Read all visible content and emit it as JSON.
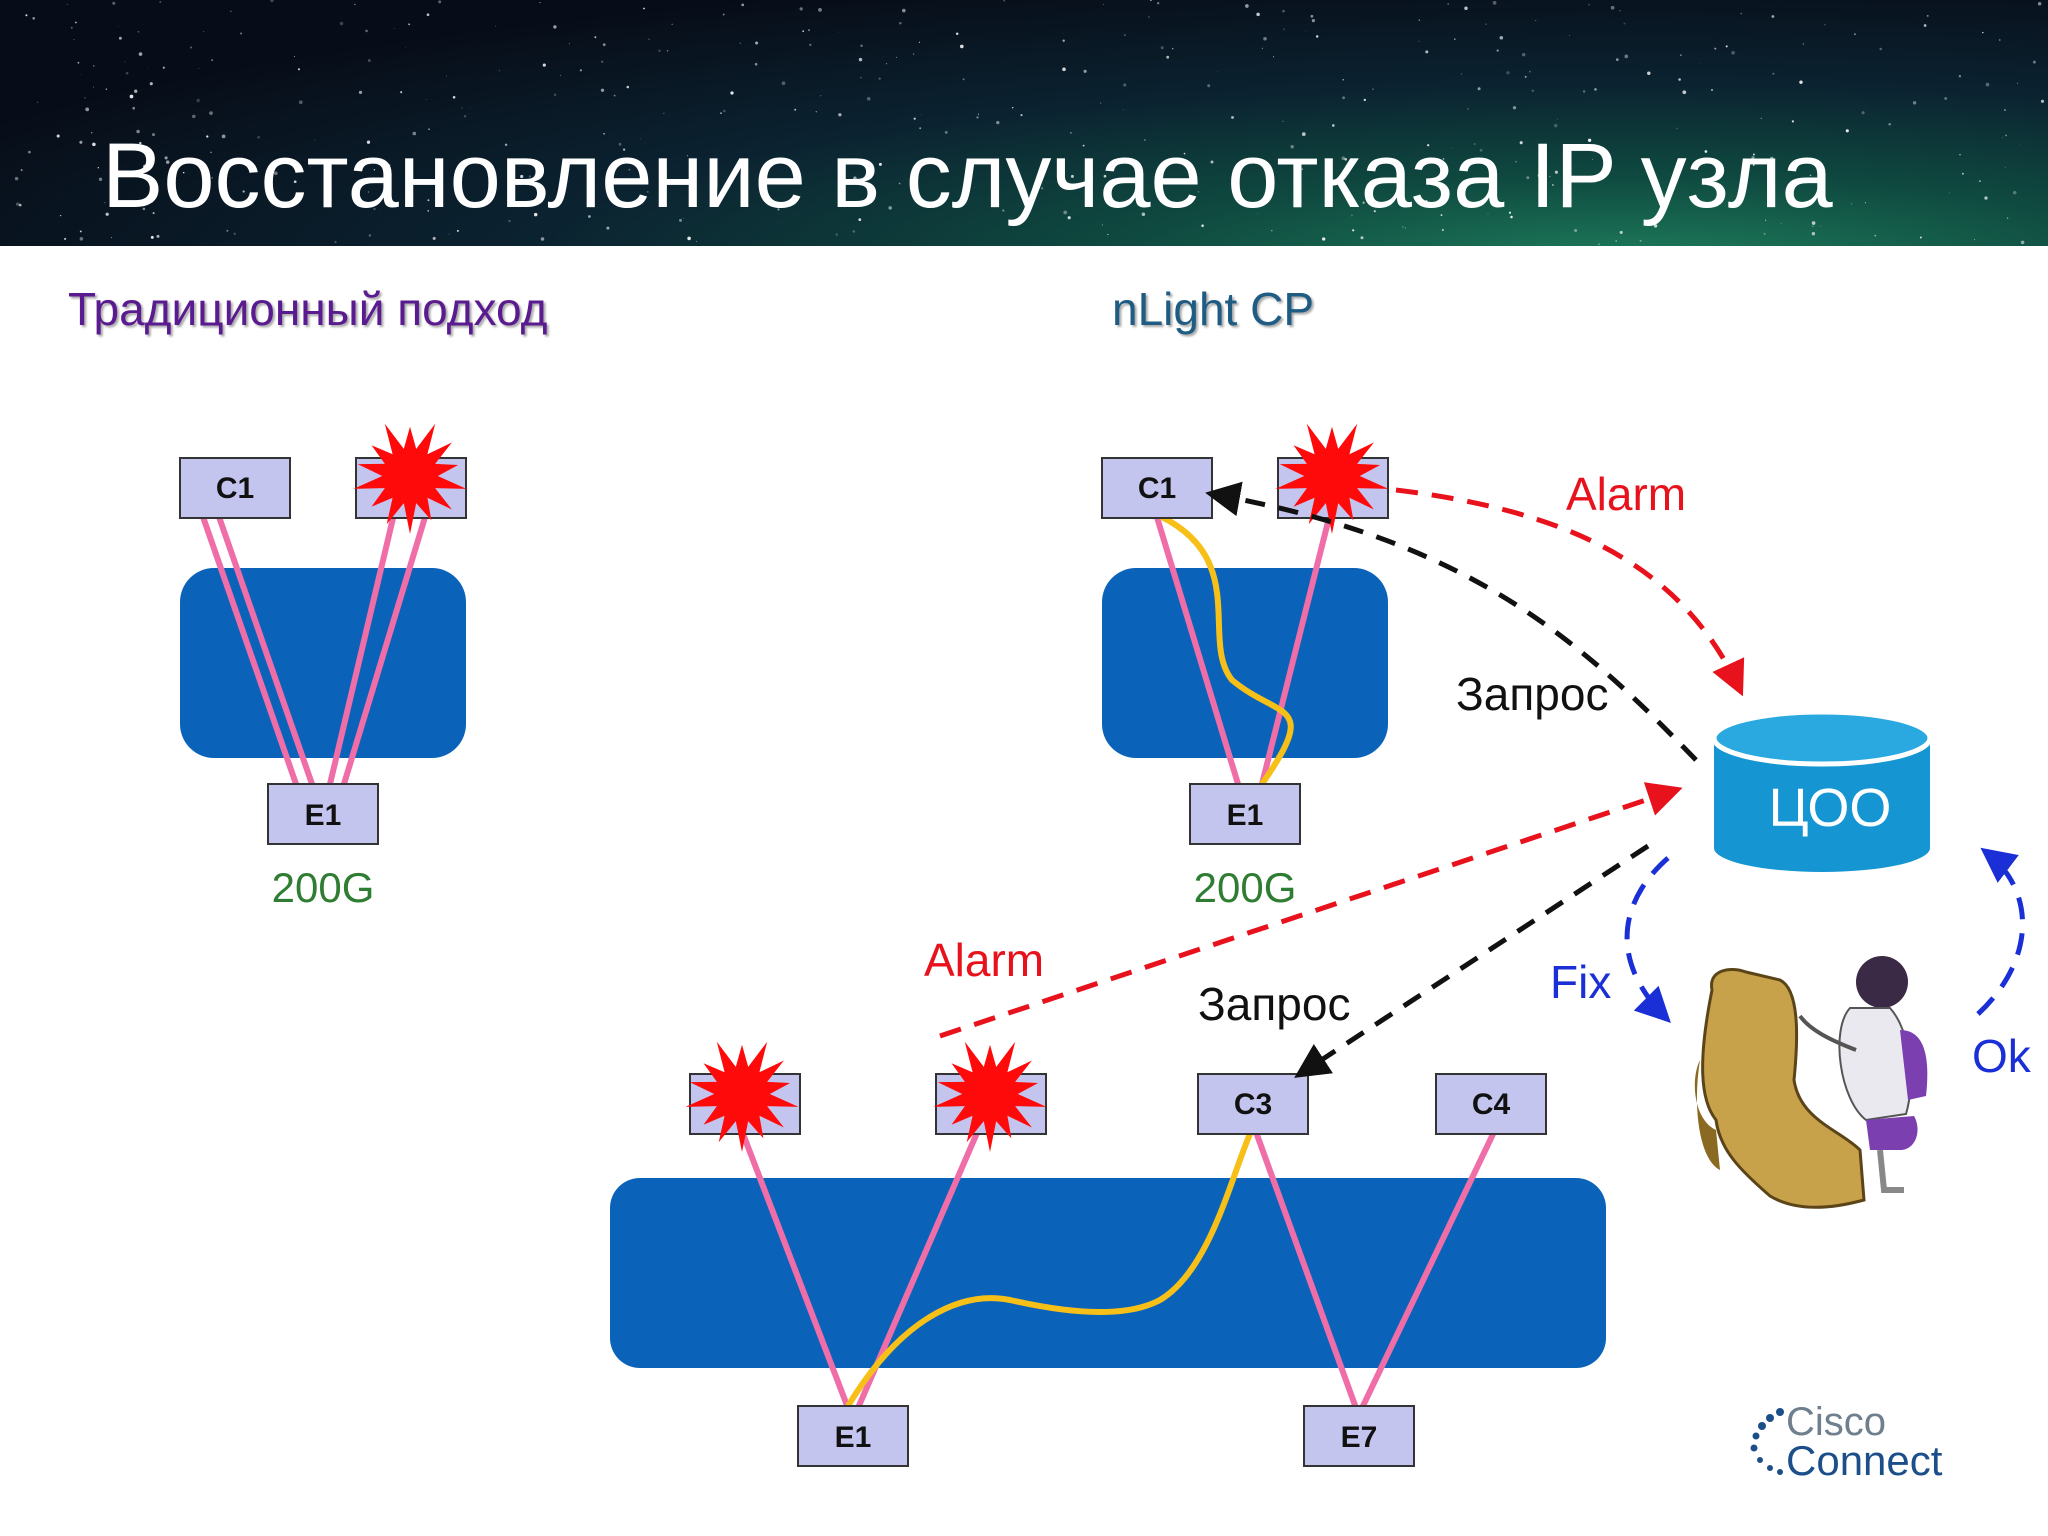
{
  "title": "Восстановление в случае отказа IP узла",
  "sections": {
    "traditional": {
      "heading": "Традиционный подход"
    },
    "nlight": {
      "heading": "nLight CP"
    }
  },
  "nodes": {
    "c1": "C1",
    "c3": "C3",
    "c4": "C4",
    "e1": "E1",
    "e7": "E7",
    "db": "ЦОО"
  },
  "capacity": "200G",
  "messages": {
    "alarm": "Alarm",
    "request": "Запрос",
    "fix": "Fix",
    "ok": "Ok"
  },
  "logo": {
    "line1": "Cisco",
    "line2": "Connect"
  },
  "colors": {
    "node_fill": "#c3c5ef",
    "cloud_fill": "#0b62b9",
    "link": "#ef6ea8",
    "restored_path": "#f6c019",
    "alarm": "#e8121d",
    "request": "#111111",
    "fix_ok": "#1b2fd6",
    "capacity_text": "#2e7d32",
    "db_fill": "#1596d3"
  }
}
